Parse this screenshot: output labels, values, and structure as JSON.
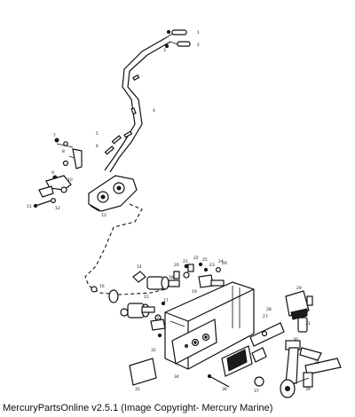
{
  "caption": "MercuryPartsOnline v2.5.1 (Image Copyright- Mercury Marine)",
  "callouts": [
    "1",
    "2",
    "3",
    "4",
    "5",
    "6",
    "7",
    "8",
    "9",
    "10",
    "11",
    "12",
    "13",
    "14",
    "15",
    "16",
    "17",
    "18",
    "19",
    "20",
    "21",
    "22",
    "23",
    "24",
    "25",
    "26",
    "27",
    "28",
    "29",
    "30",
    "31",
    "32",
    "33",
    "34",
    "35",
    "36",
    "37",
    "38",
    "39"
  ]
}
